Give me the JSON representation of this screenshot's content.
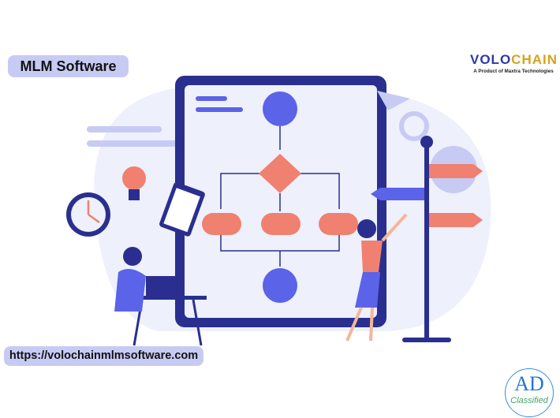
{
  "header": {
    "title": "MLM Software"
  },
  "footer": {
    "url": "https://volochainmlmsoftware.com"
  },
  "logo": {
    "brand_part1": "VOLO",
    "brand_part2": "CHAIN",
    "tagline": "A Product of Maxtra Technologies"
  },
  "badge": {
    "main": "AD",
    "sub": "Classified"
  },
  "colors": {
    "board": "#2a2f8f",
    "node": "#5b63e8",
    "accent": "#f08070",
    "pill": "#c7cbf4"
  }
}
